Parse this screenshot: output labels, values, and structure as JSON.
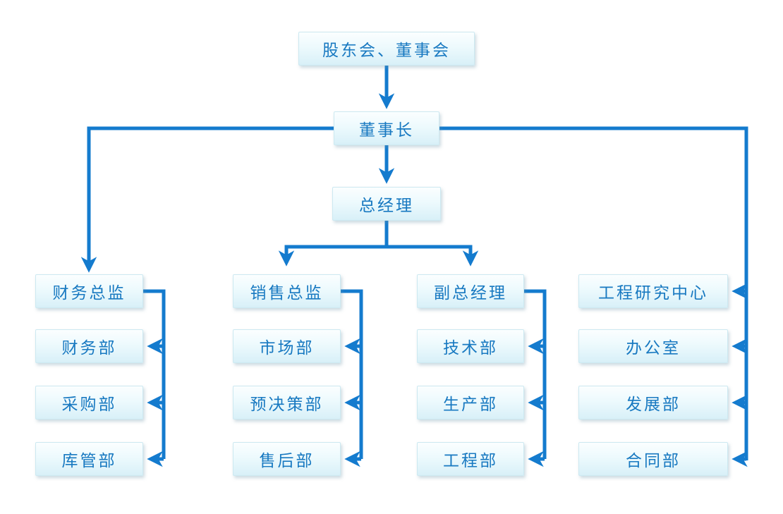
{
  "org": {
    "level1": "股东会、董事会",
    "level2": "董事长",
    "level3": "总经理",
    "branches": [
      {
        "head": "财务总监",
        "departments": [
          "财务部",
          "采购部",
          "库管部"
        ]
      },
      {
        "head": "销售总监",
        "departments": [
          "市场部",
          "预决策部",
          "售后部"
        ]
      },
      {
        "head": "副总经理",
        "departments": [
          "技术部",
          "生产部",
          "工程部"
        ]
      },
      {
        "head": "工程研究中心",
        "departments": [
          "办公室",
          "发展部",
          "合同部"
        ]
      }
    ]
  },
  "connections": [
    {
      "from": "股东会、董事会",
      "to": "董事长",
      "style": "arrow-down"
    },
    {
      "from": "董事长",
      "to": "总经理",
      "style": "arrow-down"
    },
    {
      "from": "董事长",
      "to": "财务总监",
      "style": "arrow-down"
    },
    {
      "from": "总经理",
      "to": "销售总监",
      "style": "arrow-down"
    },
    {
      "from": "总经理",
      "to": "副总经理",
      "style": "arrow-down"
    },
    {
      "from": "董事长",
      "to": "工程研究中心",
      "style": "arrow-left"
    },
    {
      "from": "董事长",
      "to": "办公室",
      "style": "arrow-left"
    },
    {
      "from": "董事长",
      "to": "发展部",
      "style": "arrow-left"
    },
    {
      "from": "董事长",
      "to": "合同部",
      "style": "arrow-left"
    },
    {
      "from": "财务总监",
      "to": "财务部",
      "style": "arrow-left"
    },
    {
      "from": "财务总监",
      "to": "采购部",
      "style": "arrow-left"
    },
    {
      "from": "财务总监",
      "to": "库管部",
      "style": "arrow-left"
    },
    {
      "from": "销售总监",
      "to": "市场部",
      "style": "arrow-left"
    },
    {
      "from": "销售总监",
      "to": "预决策部",
      "style": "arrow-left"
    },
    {
      "from": "销售总监",
      "to": "售后部",
      "style": "arrow-left"
    },
    {
      "from": "副总经理",
      "to": "技术部",
      "style": "arrow-left"
    },
    {
      "from": "副总经理",
      "to": "生产部",
      "style": "arrow-left"
    },
    {
      "from": "副总经理",
      "to": "工程部",
      "style": "arrow-left"
    }
  ],
  "colors": {
    "connector": "#147BCE",
    "node_text": "#1879C1",
    "node_fill_top": "#FBFEFF",
    "node_fill_bottom": "#D8F0F8",
    "node_border": "#CDE9F1",
    "background": "#FFFFFF"
  }
}
